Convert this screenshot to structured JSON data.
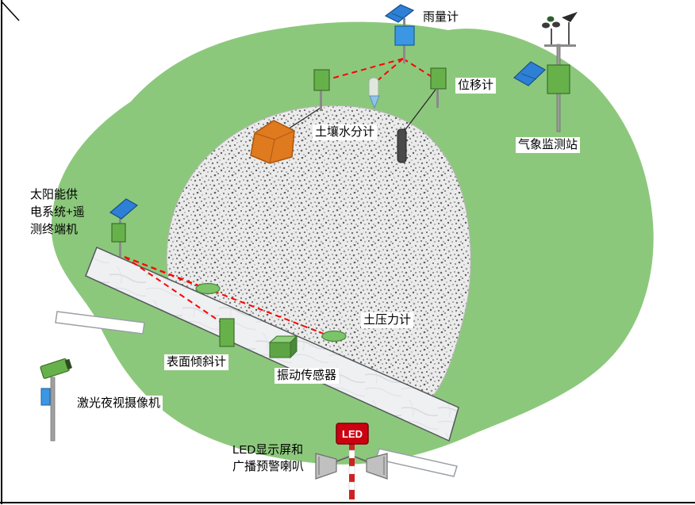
{
  "labels": {
    "rain_gauge": "雨量计",
    "displacement_meter": "位移计",
    "soil_moisture_meter": "土壤水分计",
    "weather_station": "气象监测站",
    "solar_telemetry_line1": "太阳能供",
    "solar_telemetry_line2": "电系统+遥",
    "solar_telemetry_line3": "测终端机",
    "soil_pressure_gauge": "土压力计",
    "surface_inclinometer": "表面倾斜计",
    "vibration_sensor": "振动传感器",
    "laser_camera": "激光夜视摄像机",
    "led_broadcast_line1": "LED显示屏和",
    "led_broadcast_line2": "广播预警喇叭",
    "led_sign": "LED"
  },
  "colors": {
    "terrain_green": "#8cc87c",
    "sensor_green": "#67b14b",
    "solar_blue": "#2e7fd6",
    "device_blue": "#3b97e3",
    "wireless_link_red": "#ff0000",
    "led_sign_red": "#cc0011",
    "rock_orange": "#e07a1f",
    "debris_gray": "#ebebeb",
    "wall_light": "#eef0f2"
  }
}
